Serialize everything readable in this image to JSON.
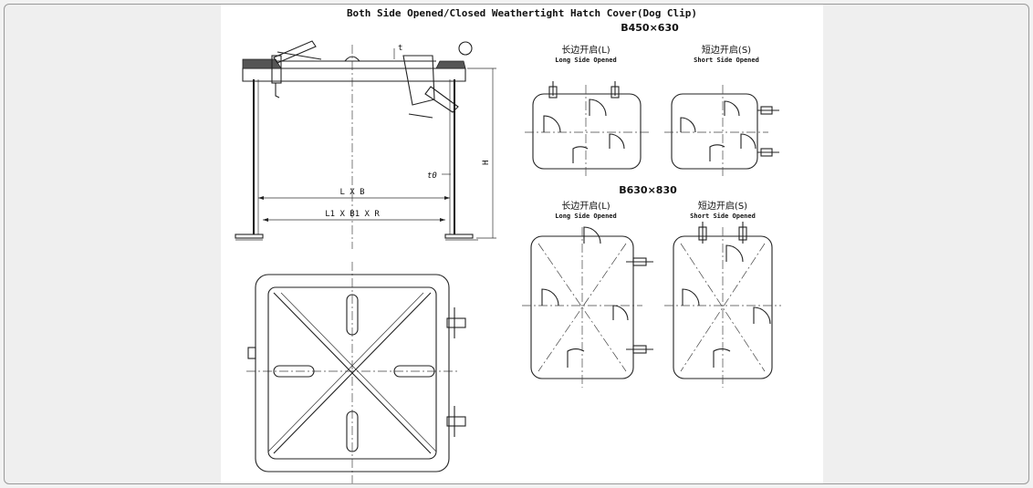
{
  "title": "Both Side Opened/Closed Weathertight Hatch Cover(Dog Clip)",
  "section_view": {
    "dim_width": "L X B",
    "dim_inner": "L1 X B1 X R",
    "dim_height": "H",
    "dim_thickness": "t",
    "dim_wall": "t0"
  },
  "variants": [
    {
      "size": "B450×630",
      "options": [
        {
          "cn": "长边开启(L)",
          "en": "Long Side Opened"
        },
        {
          "cn": "短边开启(S)",
          "en": "Short Side Opened"
        }
      ]
    },
    {
      "size": "B630×830",
      "options": [
        {
          "cn": "长边开启(L)",
          "en": "Long Side Opened"
        },
        {
          "cn": "短边开启(S)",
          "en": "Short Side Opened"
        }
      ]
    }
  ]
}
